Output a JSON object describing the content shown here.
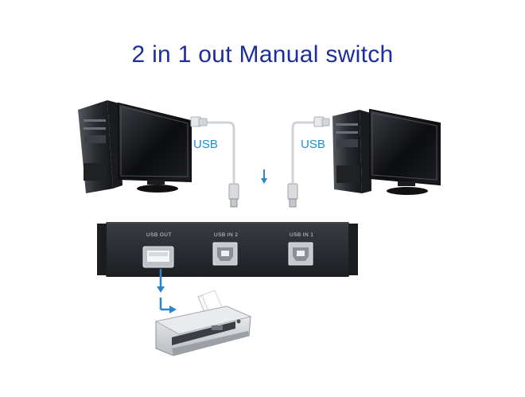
{
  "title": "2 in 1 out Manual switch",
  "cables": {
    "left_label": "USB",
    "right_label": "USB"
  },
  "switch_box": {
    "port_out": "USB OUT",
    "port_in2": "USB IN 2",
    "port_in1": "USB IN 1"
  },
  "colors": {
    "title": "#1c2f9b",
    "usb_label": "#1f8fd0",
    "arrow": "#2b85c9",
    "switch_body": "#2a2d33"
  },
  "icons": [
    "computer-left-icon",
    "computer-right-icon",
    "usb-a-plug-icon",
    "usb-b-port-icon",
    "usb-a-port-icon",
    "printer-icon",
    "arrow-down-icon"
  ]
}
